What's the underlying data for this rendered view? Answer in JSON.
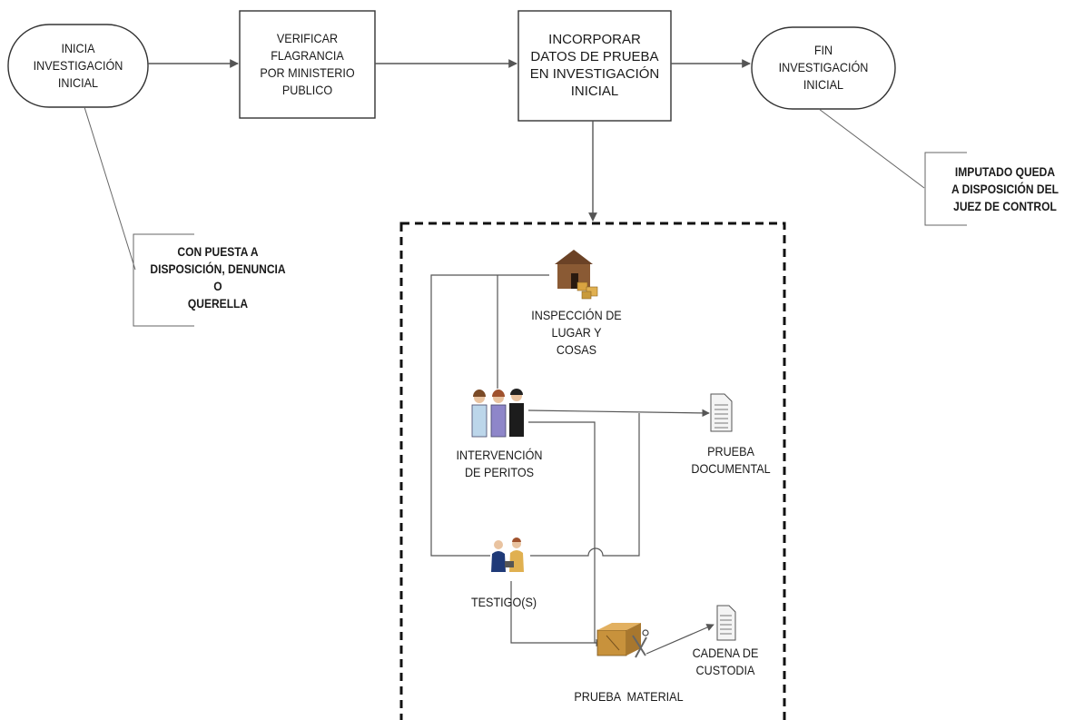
{
  "nodes": {
    "start": "INICIA\nINVESTIGACIÓN\nINICIAL",
    "verify": "VERIFICAR\nFLAGRANCIA\nPOR MINISTERIO\nPUBLICO",
    "incorporate": "INCORPORAR\nDATOS DE PRUEBA\nEN INVESTIGACIÓN\nINICIAL",
    "end": "FIN\nINVESTIGACIÓN\nINICIAL"
  },
  "annotations": {
    "start_note": "CON PUESTA A\nDISPOSICIÓN, DENUNCIA\nO\nQUERELLA",
    "end_note": "IMPUTADO QUEDA\nA DISPOSICIÓN DEL\nJUEZ DE CONTROL"
  },
  "evidence": {
    "inspection": "INSPECCIÓN DE\nLUGAR Y\nCOSAS",
    "experts": "INTERVENCIÓN\nDE PERITOS",
    "documentary": "PRUEBA\nDOCUMENTAL",
    "witnesses": "TESTIGO(S)",
    "custody": "CADENA DE\nCUSTODIA",
    "material": "PRUEBA  MATERIAL"
  },
  "icons": [
    "warehouse-icon",
    "experts-icon",
    "document-icon",
    "witnesses-icon",
    "material-box-icon",
    "custody-document-icon"
  ]
}
